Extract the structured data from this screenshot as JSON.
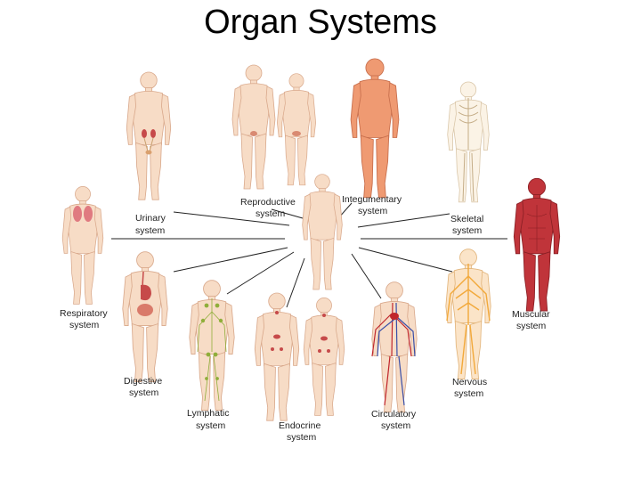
{
  "slide": {
    "title": "Organ Systems"
  },
  "colors": {
    "skin": "#f7dcc6",
    "skin_outline": "#d9a98c",
    "integumentary": "#ef9a72",
    "muscular": "#c0343a",
    "nervous": "#f2a93b",
    "circulatory_red": "#c0262c",
    "circulatory_blue": "#3a4fa8",
    "lymphatic": "#8fae3a",
    "organ_red": "#c64a4a",
    "bone": "#f3ead7"
  },
  "systems": {
    "center": {
      "icon": "human-body-center-icon"
    },
    "urinary": {
      "label_1": "Urinary",
      "label_2": "system",
      "icon": "kidneys-icon"
    },
    "reproductive": {
      "label_1": "Reproductive",
      "label_2": "system",
      "icon": "reproductive-organs-icon"
    },
    "integumentary": {
      "label_1": "Integumentary",
      "label_2": "system",
      "icon": "skin-icon"
    },
    "skeletal": {
      "label_1": "Skeletal",
      "label_2": "system",
      "icon": "skeleton-icon"
    },
    "respiratory": {
      "label_1": "Respiratory",
      "label_2": "system",
      "icon": "lungs-icon"
    },
    "muscular": {
      "label_1": "Muscular",
      "label_2": "system",
      "icon": "muscles-icon"
    },
    "digestive": {
      "label_1": "Digestive",
      "label_2": "system",
      "icon": "stomach-icon"
    },
    "nervous": {
      "label_1": "Nervous",
      "label_2": "system",
      "icon": "nerves-icon"
    },
    "lymphatic": {
      "label_1": "Lymphatic",
      "label_2": "system",
      "icon": "lymph-nodes-icon"
    },
    "endocrine": {
      "label_1": "Endocrine",
      "label_2": "system",
      "icon": "glands-icon"
    },
    "circulatory": {
      "label_1": "Circulatory",
      "label_2": "system",
      "icon": "blood-vessels-icon"
    }
  }
}
